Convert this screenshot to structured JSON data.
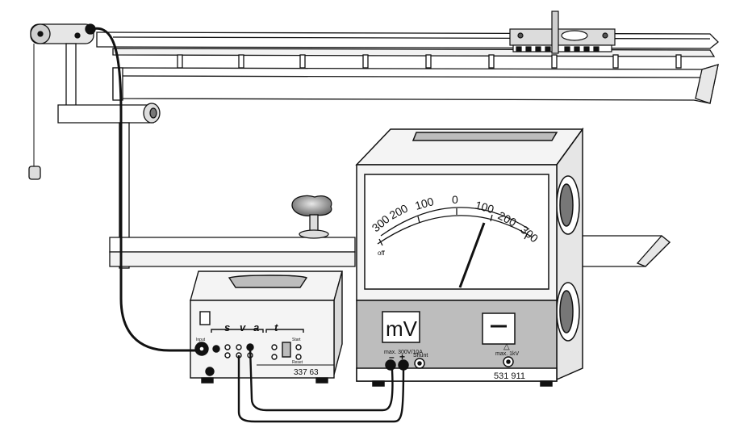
{
  "meter": {
    "scale_labels": [
      "300",
      "200",
      "100",
      "0",
      "100",
      "200",
      "300"
    ],
    "off_label": "off",
    "unit_display": "mV",
    "spec_label": "max. 300V/10A",
    "shunt_label": "Shunt",
    "max_kv_label": "max. 1kV",
    "warning_symbol": "△",
    "model_number": "531 911",
    "minus_label": "–",
    "plus_label": "+"
  },
  "counter": {
    "s_label": "s",
    "v_label": "v",
    "a_label": "a",
    "t_label": "t",
    "input_label": "Input",
    "start_label": "Start",
    "reset_label": "Reset",
    "model_number": "337 63"
  },
  "colors": {
    "stroke": "#111111",
    "panel_gray": "#bdbdbd",
    "body_light": "#f4f4f4",
    "body_mid": "#d9d9d9"
  }
}
